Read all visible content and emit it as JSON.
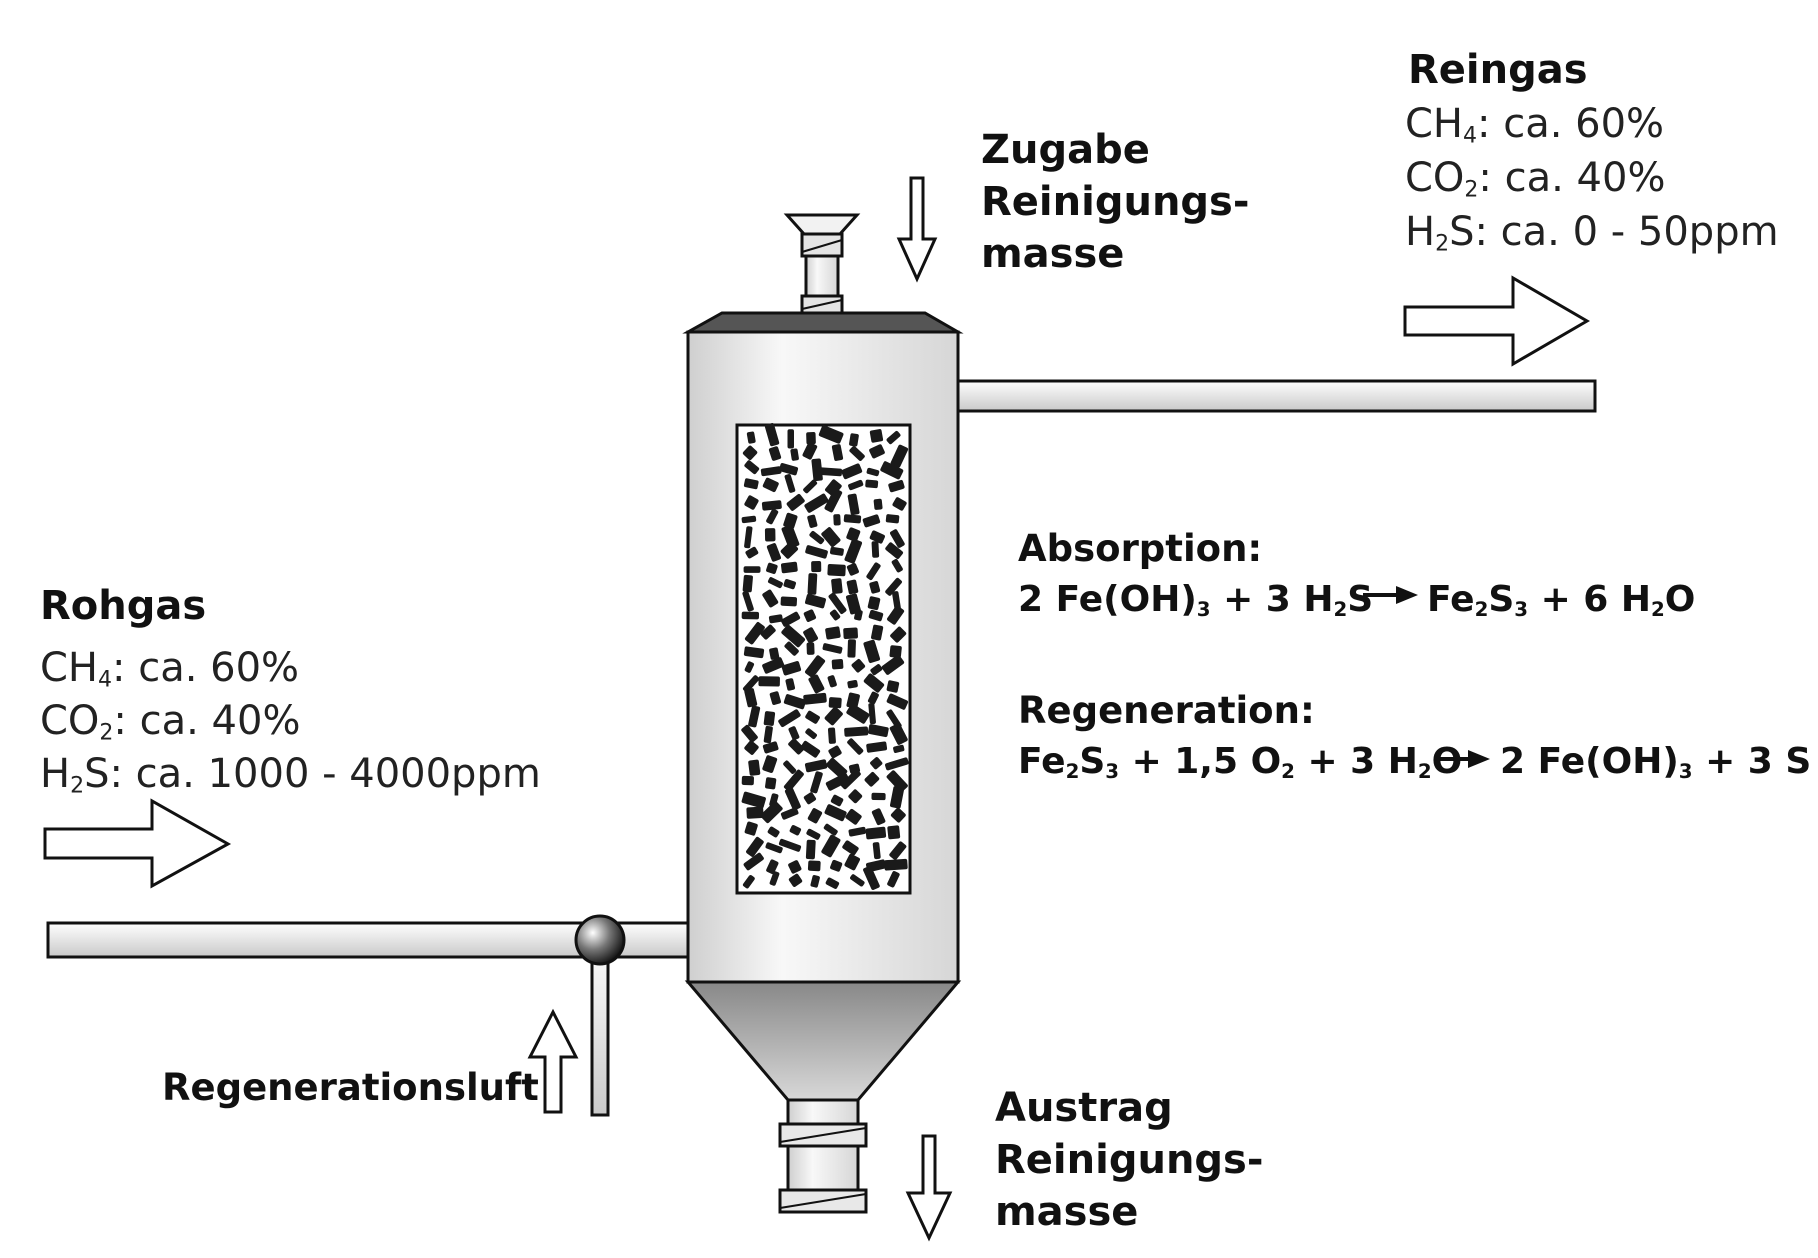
{
  "reingas": {
    "title": "Reingas",
    "ch4": {
      "label": "CH",
      "sub": "4",
      "value": ": ca. 60%"
    },
    "co2": {
      "label": "CO",
      "sub": "2",
      "value": ": ca. 40%"
    },
    "h2s": {
      "pre": "H",
      "sub": "2",
      "value": "S:  ca. 0 - 50ppm"
    }
  },
  "rohgas": {
    "title": "Rohgas",
    "ch4": {
      "label": "CH",
      "sub": "4",
      "value": ": ca. 60%"
    },
    "co2": {
      "label": "CO",
      "sub": "2",
      "value": ": ca. 40%"
    },
    "h2s": {
      "pre": "H",
      "sub": "2",
      "value": "S:  ca. 1000 - 4000ppm"
    }
  },
  "zugabe": {
    "line1": "Zugabe",
    "line2": "Reinigungs-",
    "line3": "masse"
  },
  "austrag": {
    "line1": "Austrag",
    "line2": "Reinigungs-",
    "line3": "masse"
  },
  "regenerationsluft": "Regenerationsluft",
  "absorption": {
    "title": "Absorption:",
    "equation": {
      "a1": "2 Fe(OH)",
      "a1_sub": "3",
      "a2": " + 3 H",
      "a2_sub": "2",
      "a3": "S",
      "b1": "Fe",
      "b1_sub": "2",
      "b2": "S",
      "b2_sub": "3",
      "b3": " + 6 H",
      "b3_sub": "2",
      "b4": "O"
    }
  },
  "regeneration": {
    "title": "Regeneration:",
    "equation": {
      "a1": "Fe",
      "a1_sub": "2",
      "a2": "S",
      "a2_sub": "3",
      "a3": " + 1,5 O",
      "a3_sub": "2",
      "a4": " + 3 H",
      "a4_sub": "2",
      "a5": "O",
      "b1": "2 Fe(OH)",
      "b1_sub": "3",
      "b2": " + 3 S"
    }
  },
  "colors": {
    "line": "#111111",
    "pipe_fill": "#eeeeee",
    "body_fill": "#f4f4f4",
    "packing": "#1a1a1a"
  }
}
